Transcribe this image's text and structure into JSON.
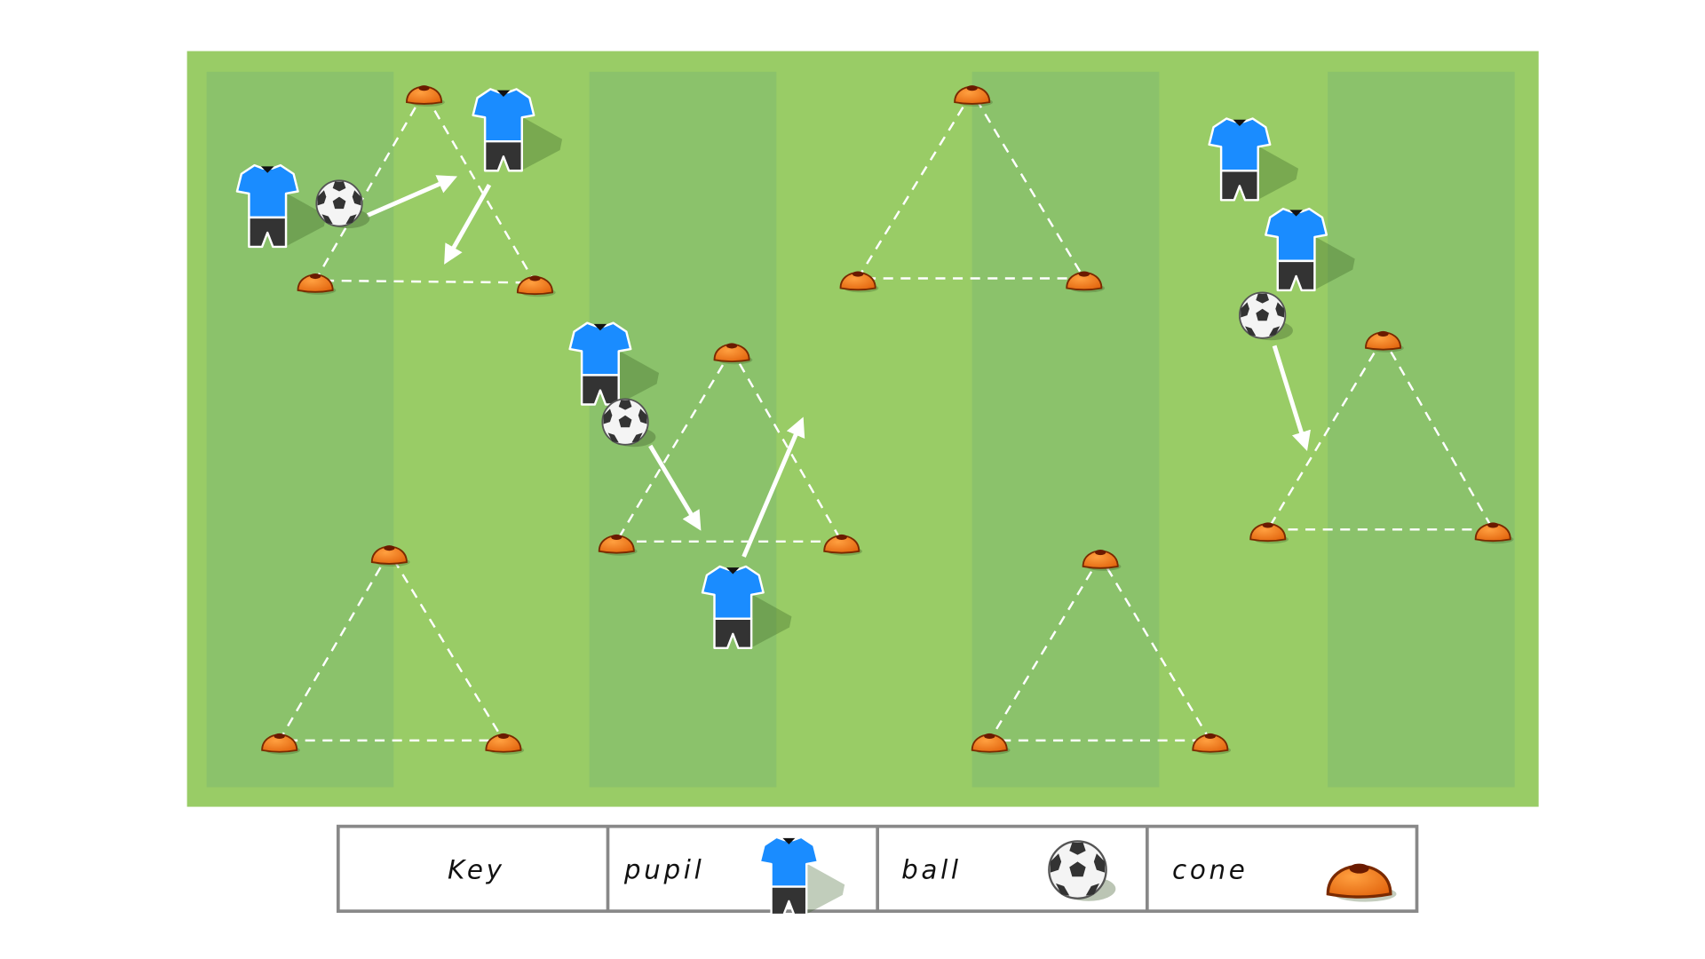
{
  "diagram": {
    "colors": {
      "pitch": "#99cc66",
      "stripe": "#8bc26b",
      "shirt": "#1a8cff",
      "shorts": "#333333",
      "cone": "#f07a1a",
      "key_border": "#888888"
    }
  },
  "key": {
    "title": "Key",
    "items": [
      {
        "label": "pupil",
        "icon": "shirt-icon"
      },
      {
        "label": "ball",
        "icon": "football-icon"
      },
      {
        "label": "cone",
        "icon": "cone-icon"
      }
    ]
  }
}
